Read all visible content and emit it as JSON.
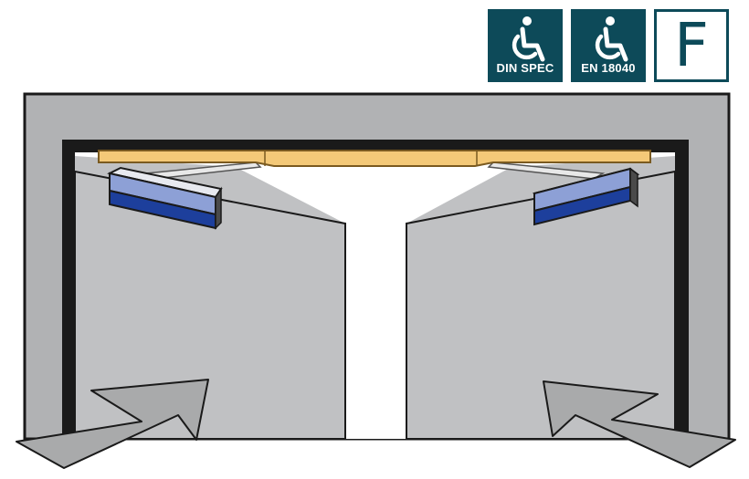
{
  "badges": [
    {
      "caption": "DIN SPEC",
      "icon": "wheelchair-icon"
    },
    {
      "caption": "EN 18040",
      "icon": "wheelchair-icon"
    },
    {
      "letter": "F"
    }
  ],
  "diagram": {
    "type": "automatic swing door floor plan",
    "arrows": [
      "arrow-left",
      "arrow-right"
    ],
    "colors": {
      "wall": "#b1b2b4",
      "outline": "#1a1a1a",
      "operator_top": "#8da0d6",
      "operator_front": "#1d3f9c",
      "header": "#f4c978",
      "arrow": "#a9aaab"
    }
  }
}
